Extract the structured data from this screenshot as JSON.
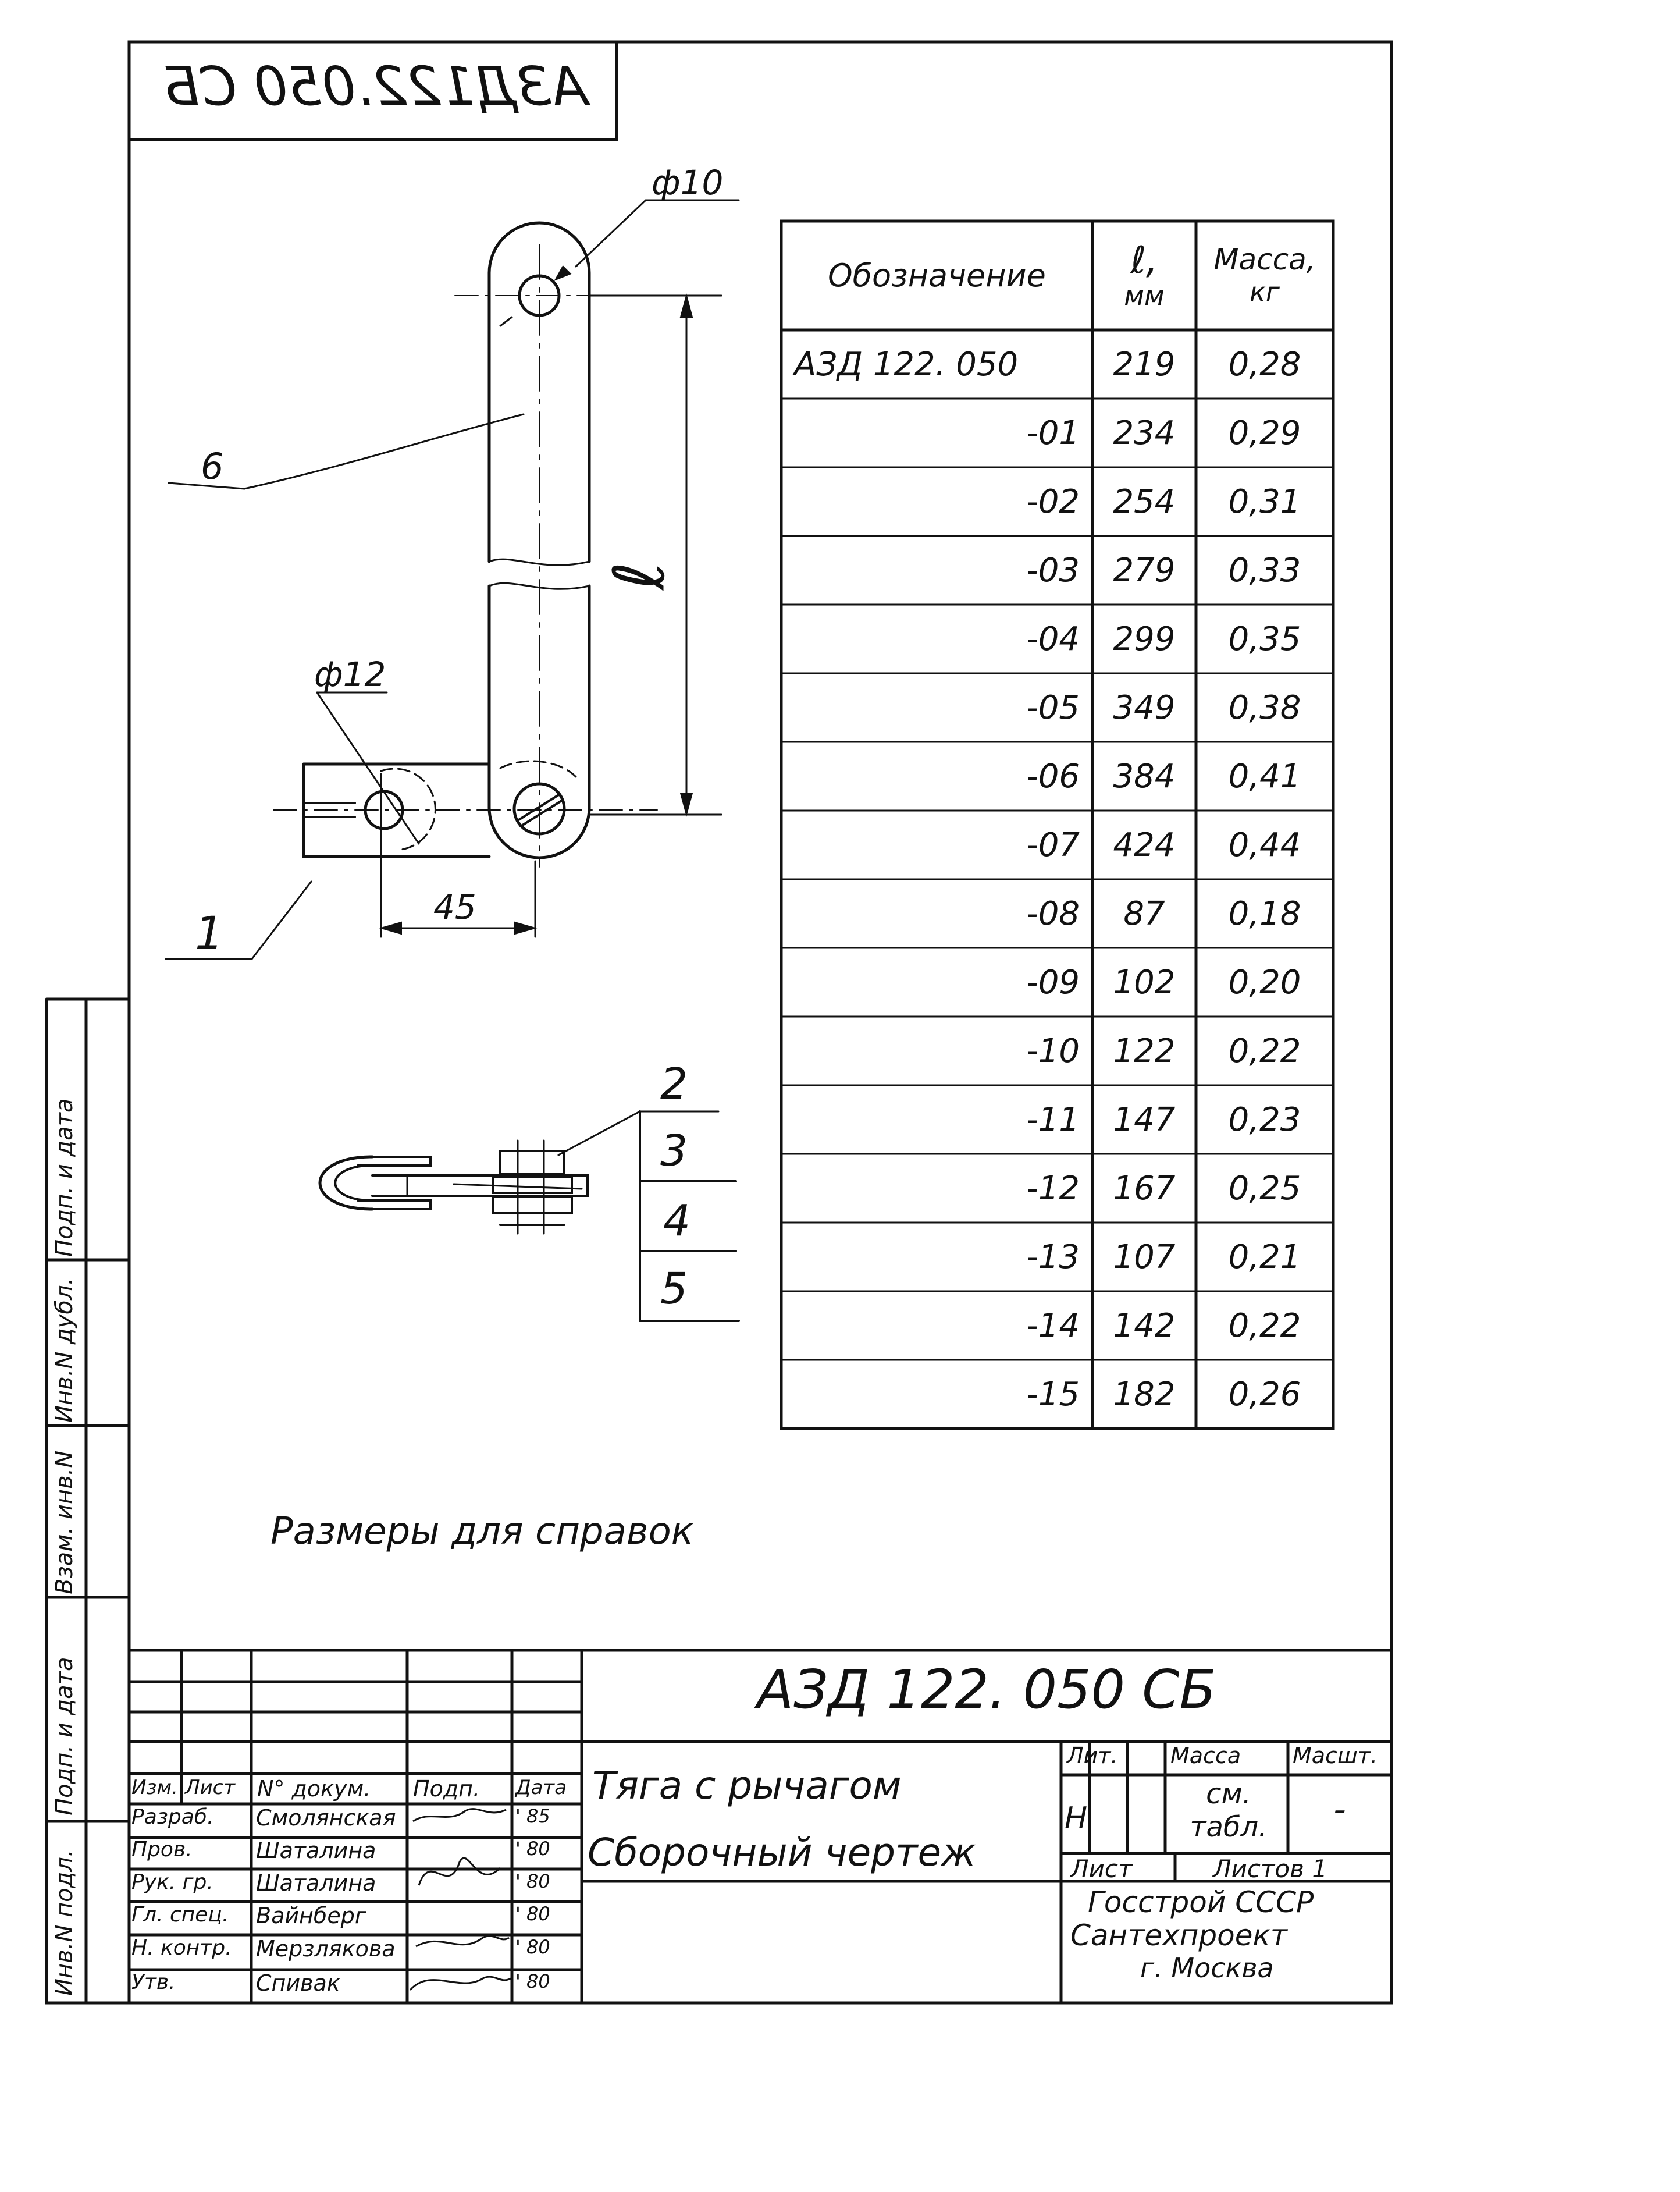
{
  "top_stamp": "АЗД122.050 СБ",
  "drawing": {
    "callout_phi10": "ф10",
    "callout_phi12": "ф12",
    "callout_6": "6",
    "callout_1": "1",
    "dimension_l": "ℓ",
    "dimension_45": "45",
    "part_labels": [
      "2",
      "3",
      "4",
      "5"
    ]
  },
  "table": {
    "header": {
      "designation": "Обозначение",
      "l_line1": "ℓ,",
      "l_line2": "мм",
      "mass_line1": "Масса,",
      "mass_line2": "кг"
    },
    "rows": [
      {
        "designation": "АЗД 122. 050",
        "l": "219",
        "mass": "0,28"
      },
      {
        "designation": "-01",
        "l": "234",
        "mass": "0,29"
      },
      {
        "designation": "-02",
        "l": "254",
        "mass": "0,31"
      },
      {
        "designation": "-03",
        "l": "279",
        "mass": "0,33"
      },
      {
        "designation": "-04",
        "l": "299",
        "mass": "0,35"
      },
      {
        "designation": "-05",
        "l": "349",
        "mass": "0,38"
      },
      {
        "designation": "-06",
        "l": "384",
        "mass": "0,41"
      },
      {
        "designation": "-07",
        "l": "424",
        "mass": "0,44"
      },
      {
        "designation": "-08",
        "l": "87",
        "mass": "0,18"
      },
      {
        "designation": "-09",
        "l": "102",
        "mass": "0,20"
      },
      {
        "designation": "-10",
        "l": "122",
        "mass": "0,22"
      },
      {
        "designation": "-11",
        "l": "147",
        "mass": "0,23"
      },
      {
        "designation": "-12",
        "l": "167",
        "mass": "0,25"
      },
      {
        "designation": "-13",
        "l": "107",
        "mass": "0,21"
      },
      {
        "designation": "-14",
        "l": "142",
        "mass": "0,22"
      },
      {
        "designation": "-15",
        "l": "182",
        "mass": "0,26"
      }
    ]
  },
  "note": "Размеры для справок",
  "side_strip": [
    "Инв.N подл.",
    "Подп. и дата",
    "Взам. инв.N",
    "Инв.N дубл.",
    "Подп. и дата"
  ],
  "title_block": {
    "doc_code": "АЗД 122. 050 СБ",
    "title_line1": "Тяга с рычагом",
    "title_line2": "Сборочный чертеж",
    "col_headers": [
      "Изм.",
      "Лист",
      "N° докум.",
      "Подп.",
      "Дата"
    ],
    "roles": [
      {
        "role": "Разраб.",
        "name": "Смолянская",
        "date": "' 85"
      },
      {
        "role": "Пров.",
        "name": "Шаталина",
        "date": "' 80"
      },
      {
        "role": "Рук. гр.",
        "name": "Шаталина",
        "date": "' 80"
      },
      {
        "role": "Гл. спец.",
        "name": "Вайнберг",
        "date": "' 80"
      },
      {
        "role": "Н. контр.",
        "name": "Мерзлякова",
        "date": "' 80"
      },
      {
        "role": "Утв.",
        "name": "Спивак",
        "date": "' 80"
      }
    ],
    "lit_label": "Лит.",
    "lit_value": "Н",
    "mass_label": "Масса",
    "mass_value_line1": "см.",
    "mass_value_line2": "табл.",
    "scale_label": "Масшт.",
    "scale_value": "-",
    "sheet_label": "Лист",
    "sheets_label": "Листов 1",
    "org_line1": "Госстрой СССР",
    "org_line2": "Сантехпроект",
    "org_line3": "г. Москва"
  }
}
